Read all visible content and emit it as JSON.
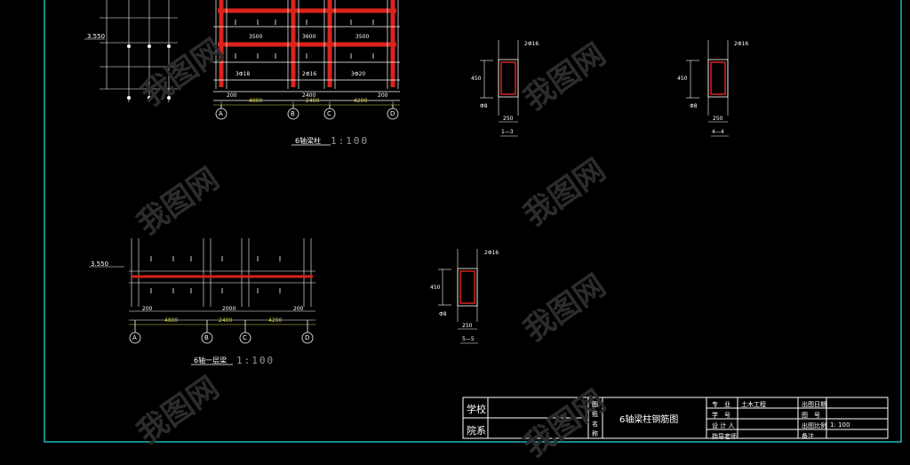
{
  "drawing": {
    "frame_color": "#1fb8b8",
    "beam_color": "#d9231b",
    "dim_color": "#d7d24a",
    "line_color": "#ffffff"
  },
  "elevation_main": {
    "title": "6轴梁柱",
    "scale": "1:100",
    "axis_labels": [
      "A",
      "B",
      "C",
      "D"
    ],
    "level_mark": "3.550",
    "bay_dims": [
      "4800",
      "2400",
      "4200"
    ],
    "sub_dims": [
      "200",
      "2400",
      "200"
    ],
    "top_marks": [
      "3500",
      "3600",
      "3500"
    ],
    "rebar_labels": [
      "3Φ18",
      "2Φ16",
      "3Φ20"
    ]
  },
  "elevation_first": {
    "title": "6轴一层梁",
    "scale": "1:100",
    "axis_labels": [
      "A",
      "B",
      "C",
      "D"
    ],
    "level_mark": "3.550",
    "bay_dims": [
      "4800",
      "2400",
      "4200"
    ],
    "sub_dims": [
      "200",
      "2000",
      "200"
    ]
  },
  "sections": [
    {
      "label": "1—3",
      "width": "250",
      "height": "450",
      "top_bar": "2Φ16",
      "bottom_bar": "Φ8"
    },
    {
      "label": "4—4",
      "width": "250",
      "height": "450",
      "top_bar": "2Φ16",
      "bottom_bar": "Φ8"
    },
    {
      "label": "5—5",
      "width": "250",
      "height": "450",
      "top_bar": "2Φ16",
      "bottom_bar": "Φ8"
    }
  ],
  "title_block": {
    "school_label": "学校",
    "department_label": "院系",
    "drawing_name_label": [
      "图",
      "纸",
      "名",
      "称"
    ],
    "drawing_name": "6轴梁柱钢筋图",
    "major_label": "专　业",
    "major_value": "土木工程",
    "student_no_label": "学　号",
    "designer_label": "设 计 人",
    "advisor_label": "指导老师",
    "date_label": "出图日期",
    "drawing_no_label": "图　号",
    "scale_label": "出图比例",
    "scale_value": "1: 100",
    "remark_label": "备注"
  },
  "watermark": {
    "text": "我图网"
  }
}
